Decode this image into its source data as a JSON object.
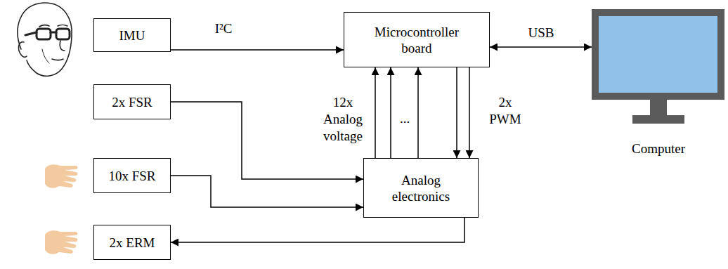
{
  "diagram": {
    "nodes": [
      {
        "text": [
          "IMU"
        ]
      },
      {
        "text": [
          "Microcontroller board"
        ]
      },
      {
        "text": [
          "Computer"
        ]
      },
      {
        "text": [
          "2x FSR"
        ]
      },
      {
        "text": [
          "10x FSR"
        ]
      },
      {
        "text": [
          "Analog electronics"
        ]
      },
      {
        "text": [
          "2x ERM"
        ]
      }
    ],
    "edges": [
      {
        "from": 0,
        "to": 1,
        "arrow": "to",
        "label": "I²C"
      },
      {
        "from": 1,
        "to": 2,
        "arrow": "both",
        "label": "USB"
      },
      {
        "from": 5,
        "to": 1,
        "arrow": "to",
        "label": "12x Analog voltage"
      },
      {
        "from": 1,
        "to": 5,
        "arrow": "to",
        "label": "2x PWM"
      },
      {
        "from": 3,
        "to": 5,
        "arrow": "to"
      },
      {
        "from": 4,
        "to": 5,
        "arrow": "to"
      },
      {
        "from": 5,
        "to": 6,
        "arrow": "to"
      }
    ],
    "labels": [
      "..."
    ]
  }
}
